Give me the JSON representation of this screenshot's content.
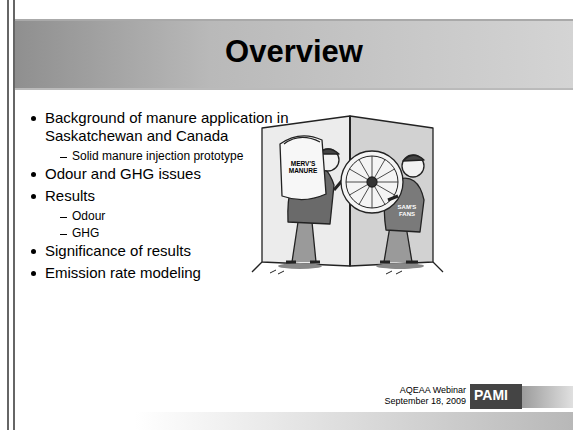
{
  "diagram": {
    "title": "Overview",
    "nodes": [
      {
        "text": [
          "PAMI"
        ]
      }
    ],
    "labels": [
      "Background of manure application in Saskatchewan and Canada",
      "Solid manure injection prototype",
      "Odour and GHG issues",
      "Results",
      "Odour",
      "GHG",
      "Significance of results",
      "Emission rate modeling",
      "MERV'S MANURE",
      "SAM'S FANS",
      "AQEAA Webinar",
      "September 18, 2009"
    ]
  }
}
